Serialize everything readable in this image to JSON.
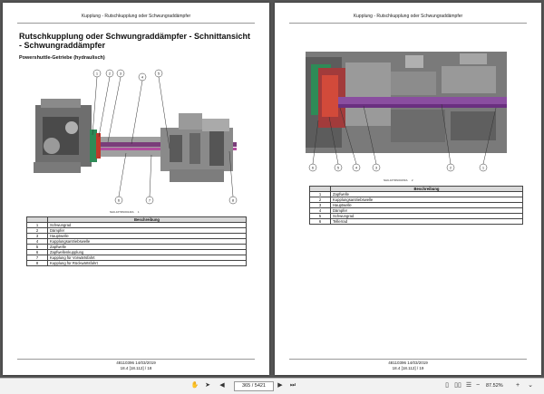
{
  "left_page": {
    "running_head": "Kupplung - Rutschkupplung oder Schwungraddämpfer",
    "title": "Rutschkupplung oder Schwungraddämpfer - Schnittansicht - Schwungraddämpfer",
    "subtitle": "Powershuttle-Getriebe (hydraulisch)",
    "figure_code": "NHIL16TRN0014FA",
    "figure_number": "1",
    "callouts": [
      "1",
      "2",
      "3",
      "4",
      "5",
      "6",
      "7",
      "8"
    ],
    "table_header": "Beschreibung",
    "rows": [
      {
        "num": "1",
        "desc": "Schwungrad"
      },
      {
        "num": "2",
        "desc": "Dämpfer"
      },
      {
        "num": "3",
        "desc": "Hauptwelle"
      },
      {
        "num": "4",
        "desc": "Kupplungsantriebswelle"
      },
      {
        "num": "5",
        "desc": "Zapfwelle"
      },
      {
        "num": "6",
        "desc": "Zapfwellenkupplung"
      },
      {
        "num": "7",
        "desc": "Kupplung für Vorwärtsfahrt"
      },
      {
        "num": "8",
        "desc": "Kupplung für Rückwärtsfahrt"
      }
    ],
    "footer_line1": "48110396 14/03/2019",
    "footer_line2": "18.4 [18.112] / 18"
  },
  "right_page": {
    "running_head": "Kupplung - Rutschkupplung oder Schwungraddämpfer",
    "figure_code": "NHIL16TRN0015FA",
    "figure_number": "2",
    "callouts": [
      "6",
      "5",
      "4",
      "3",
      "2",
      "1"
    ],
    "table_header": "Beschreibung",
    "rows": [
      {
        "num": "1",
        "desc": "Zapfwelle"
      },
      {
        "num": "2",
        "desc": "Kupplungsantriebswelle"
      },
      {
        "num": "3",
        "desc": "Hauptwelle"
      },
      {
        "num": "4",
        "desc": "Dämpfer"
      },
      {
        "num": "5",
        "desc": "Schwungrad"
      },
      {
        "num": "6",
        "desc": "Tellerrad"
      }
    ],
    "footer_line1": "48110396 14/03/2019",
    "footer_line2": "18.4 [18.112] / 19"
  },
  "statusbar": {
    "page_indicator": "365 / 5421",
    "zoom": "87.52%",
    "icons": [
      "hand-icon",
      "pointer-icon",
      "prev-page-icon",
      "next-page-icon",
      "single-page-icon",
      "two-page-icon",
      "continuous-icon",
      "zoom-out-icon",
      "zoom-in-icon"
    ]
  }
}
